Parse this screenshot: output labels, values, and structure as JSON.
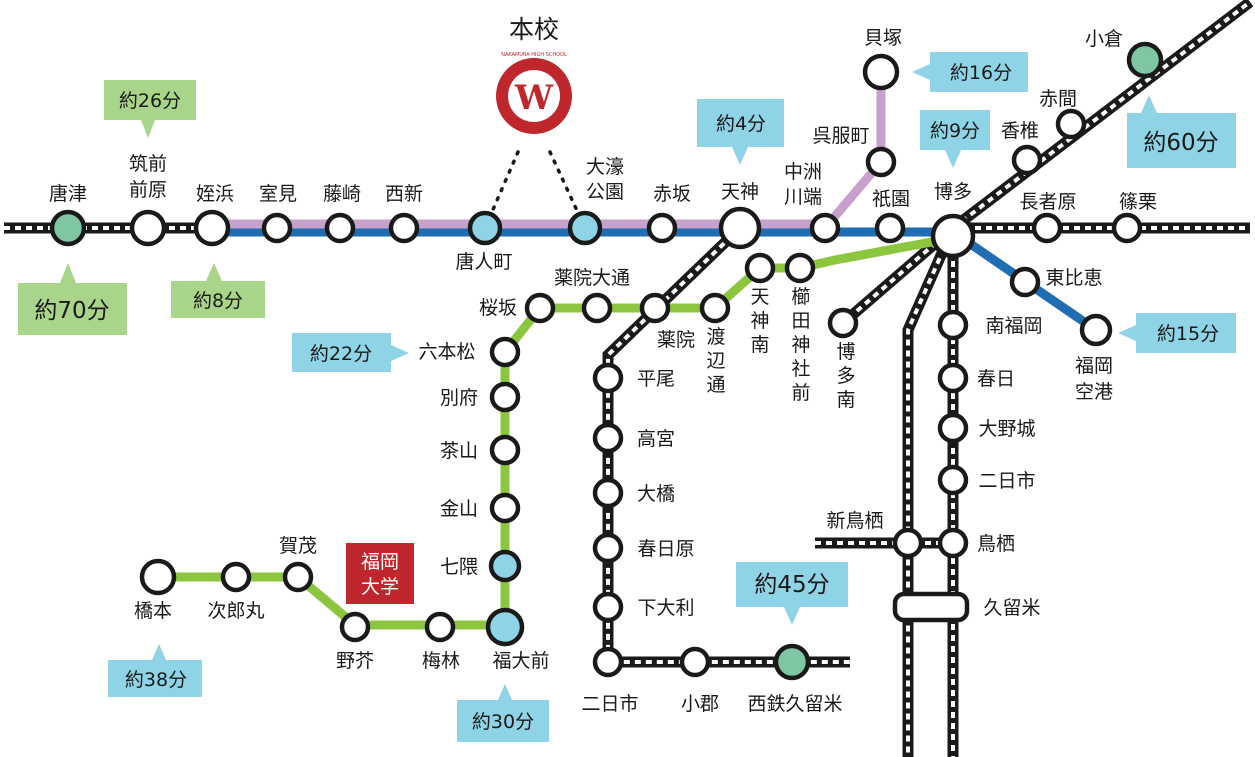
{
  "colors": {
    "blue_line": "#1f6db3",
    "purple_line": "#c7a1cc",
    "green_line": "#8cc63f",
    "rail": "#1a1a1a",
    "station_highlight": "#8fd3e6",
    "station_terminal": "#7fc7a3",
    "tag_blue": "#8fd3e6",
    "tag_green": "#a8d58a",
    "university_box": "#c0272d"
  },
  "school": {
    "title": "本校",
    "emblem_text": "NAKAMURA HIGH SCHOOL"
  },
  "university": {
    "line1": "福岡",
    "line2": "大学"
  },
  "stations": {
    "karatsu": "唐津",
    "chikuzen_maebaru": [
      "筑前",
      "前原"
    ],
    "meinohama": "姪浜",
    "muromi": "室見",
    "fujisaki": "藤崎",
    "nishijin": "西新",
    "tojinmachi": "唐人町",
    "ohori_koen": [
      "大濠",
      "公園"
    ],
    "akasaka": "赤坂",
    "tenjin": "天神",
    "nakasu_kawabata": [
      "中洲",
      "川端"
    ],
    "gofukumachi": "呉服町",
    "kaizuka": "貝塚",
    "gion": "祇園",
    "hakata": "博多",
    "higashi_hie": "東比恵",
    "fukuoka_kuko": [
      "福岡",
      "空港"
    ],
    "chojabaru": "長者原",
    "sasaguri": "篠栗",
    "kashii": "香椎",
    "akama": "赤間",
    "kokura": "小倉",
    "hakata_minami": [
      "博",
      "多",
      "南"
    ],
    "kushida_jinja_mae": [
      "櫛",
      "田",
      "神",
      "社",
      "前"
    ],
    "tenjin_minami": [
      "天",
      "神",
      "南"
    ],
    "watanabe_dori": [
      "渡",
      "辺",
      "通"
    ],
    "yakuin": "薬院",
    "yakuin_odori": "薬院大通",
    "sakurazaka": "桜坂",
    "ropponmatsu": "六本松",
    "befu": "別府",
    "chayama": "茶山",
    "kanayama": "金山",
    "nanakuma": "七隈",
    "fukudaimae": "福大前",
    "umebayashi": "梅林",
    "noke": "野芥",
    "kamo": "賀茂",
    "jirohmaru": "次郎丸",
    "hashimoto": "橋本",
    "hirao": "平尾",
    "takamiya": "高宮",
    "ohashi": "大橋",
    "kasugabaru": "春日原",
    "shimoori": "下大利",
    "futsukaichi_west": "二日市",
    "ogori": "小郡",
    "nishitetsu_kurume": "西鉄久留米",
    "minami_fukuoka": "南福岡",
    "kasuga": "春日",
    "onojo": "大野城",
    "futsukaichi_east": "二日市",
    "shin_tosu": "新鳥栖",
    "tosu": "鳥栖",
    "kurume": "久留米"
  },
  "time_tags": {
    "karatsu": "約70分",
    "chikuzen_maebaru": "約26分",
    "meinohama": "約8分",
    "tenjin": "約4分",
    "kaizuka": "約16分",
    "hakata": "約9分",
    "kokura": "約60分",
    "fukuoka_kuko": "約15分",
    "ropponmatsu": "約22分",
    "fukudaimae": "約30分",
    "hashimoto": "約38分",
    "nishitetsu_kurume": "約45分"
  }
}
